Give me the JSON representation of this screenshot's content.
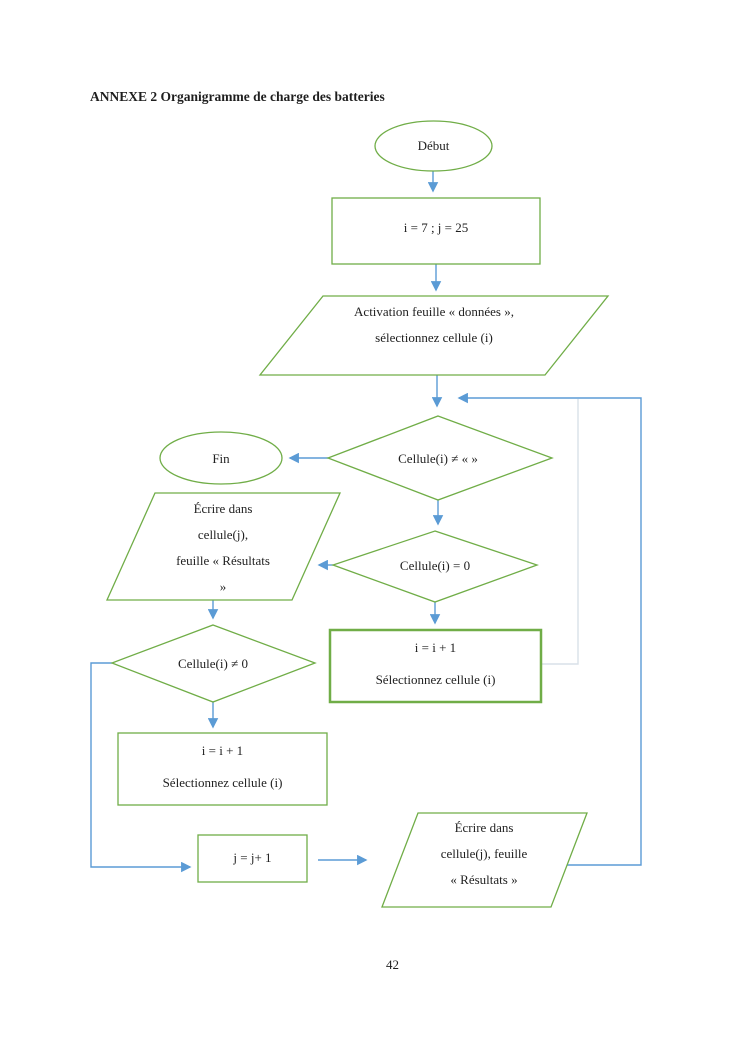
{
  "document": {
    "title": "ANNEXE 2 Organigramme de charge des batteries",
    "page_number": "42"
  },
  "colors": {
    "shape_border": "#70AD47",
    "connector": "#5B9BD5",
    "connector_light": "#D9E0E8",
    "text": "#1f1f1f",
    "page_background": "#ffffff"
  },
  "flowchart": {
    "start": {
      "shape": "terminator-oval",
      "label": "Début"
    },
    "init": {
      "shape": "process-rect",
      "label": "i = 7 ; j = 25"
    },
    "activation": {
      "shape": "io-parallelogram",
      "line1": "Activation feuille « données »,",
      "line2": "sélectionnez cellule (i)"
    },
    "test_not_empty": {
      "shape": "decision-diamond",
      "label": "Cellule(i) ≠ « »"
    },
    "fin": {
      "shape": "terminator-oval",
      "label": "Fin"
    },
    "write_results_1": {
      "shape": "io-parallelogram",
      "line1": "Écrire dans",
      "line2": "cellule(j),",
      "line3": "feuille « Résultats",
      "line4": "»"
    },
    "test_zero": {
      "shape": "decision-diamond",
      "label": "Cellule(i) = 0"
    },
    "increment_i_right": {
      "shape": "process-rect",
      "line1": "i = i + 1",
      "line2": "Sélectionnez cellule (i)"
    },
    "test_not_zero": {
      "shape": "decision-diamond",
      "label": "Cellule(i) ≠ 0"
    },
    "increment_i_left": {
      "shape": "process-rect",
      "line1": "i = i + 1",
      "line2": "Sélectionnez cellule (i)"
    },
    "increment_j": {
      "shape": "process-rect",
      "label": "j = j+ 1"
    },
    "write_results_2": {
      "shape": "io-parallelogram",
      "line1": "Écrire dans",
      "line2": "cellule(j), feuille",
      "line3": "« Résultats »"
    }
  }
}
